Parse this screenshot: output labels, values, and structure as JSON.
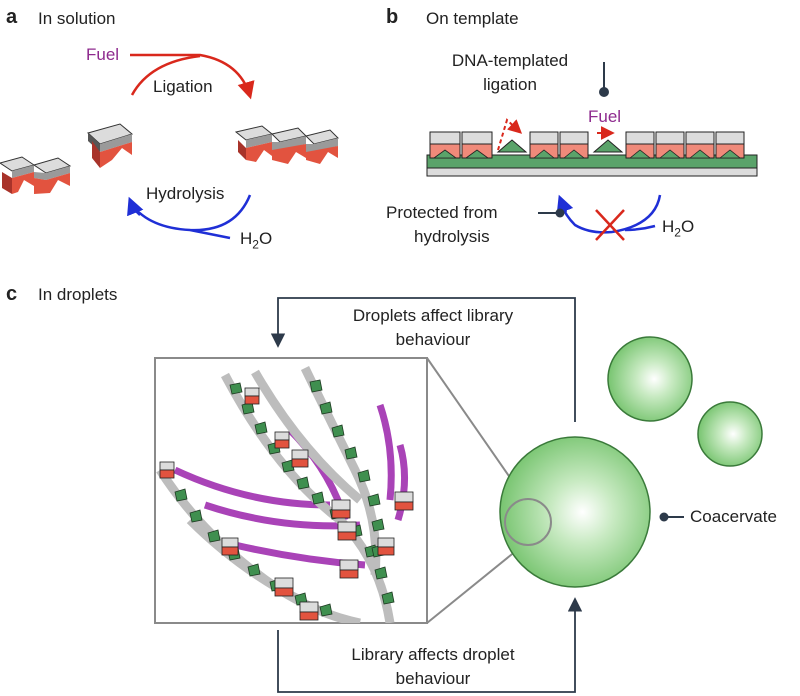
{
  "panels": {
    "a": {
      "letter": "a",
      "title": "In solution",
      "fuel": "Fuel",
      "ligation": "Ligation",
      "hydrolysis": "Hydrolysis",
      "water_main": "H",
      "water_sub": "2",
      "water_tail": "O"
    },
    "b": {
      "letter": "b",
      "title": "On template",
      "dna_line1": "DNA-templated",
      "dna_line2": "ligation",
      "fuel": "Fuel",
      "protected_line1": "Protected from",
      "protected_line2": "hydrolysis",
      "water_main": "H",
      "water_sub": "2",
      "water_tail": "O"
    },
    "c": {
      "letter": "c",
      "title": "In droplets",
      "top_line1": "Droplets affect library",
      "top_line2": "behaviour",
      "bottom_line1": "Library affects droplet",
      "bottom_line2": "behaviour",
      "coacervate": "Coacervate"
    }
  },
  "colors": {
    "block_red": "#e2533f",
    "block_grey": "#cfcfcf",
    "block_dark": "#3a3a3a",
    "template_green": "#5aa36a",
    "ligation_arrow": "#d9281c",
    "hydrolysis_arrow": "#1f2fd6",
    "fuel_text": "#8e2a8e",
    "droplet_green": "#8fd08a",
    "connector": "#2d3a4a"
  }
}
